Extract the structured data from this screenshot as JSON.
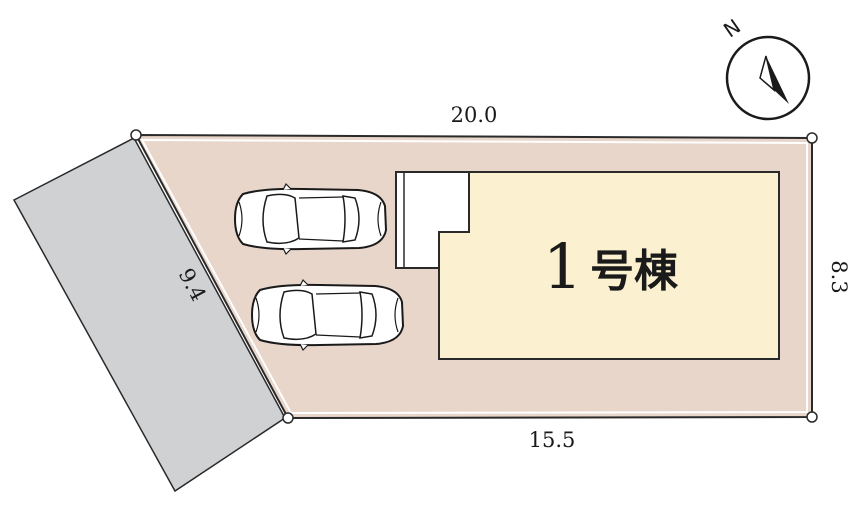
{
  "site": {
    "building_label_number": "1",
    "building_label_suffix": "号棟",
    "north_label": "N"
  },
  "dimensions": {
    "top": "20.0",
    "bottom": "15.5",
    "left": "9.4",
    "right": "8.3"
  },
  "colors": {
    "lot_fill": "#e8d6cb",
    "building_fill": "#fbf0cf",
    "road_fill": "#cfd1d3",
    "outline": "#2a2a2a"
  },
  "icons": {
    "north_arrow": "compass-icon",
    "parking": "car-icon"
  }
}
